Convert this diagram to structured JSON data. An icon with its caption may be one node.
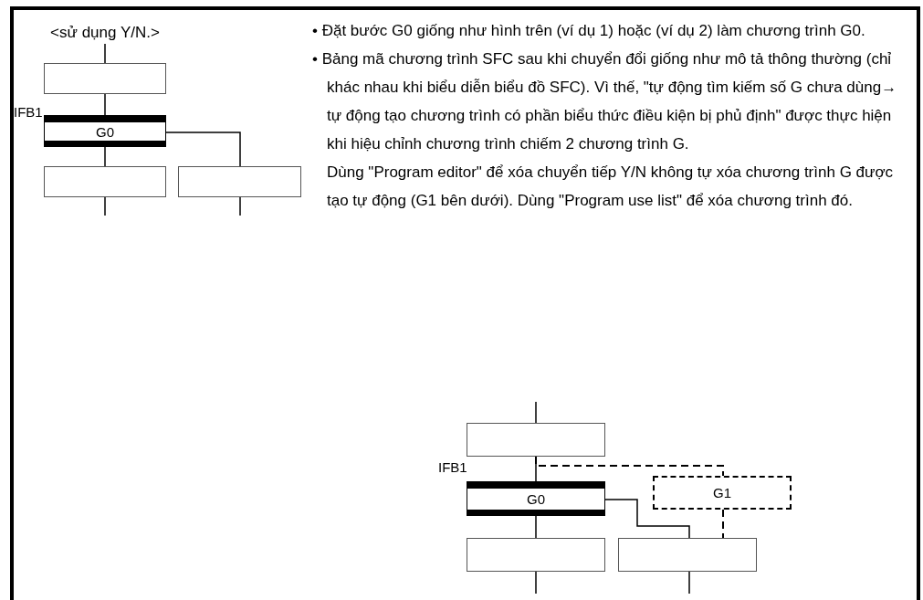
{
  "diagram": {
    "nodes": [
      {
        "text": [
          "<sử dụng Y/N.>"
        ]
      },
      {
        "text": [],
        "shape": "box"
      },
      {
        "text": [
          "G0"
        ],
        "beside": [
          "IFB1"
        ]
      },
      {
        "text": [],
        "shape": "box"
      },
      {
        "text": [],
        "shape": "box"
      },
      {
        "text": [],
        "shape": "box"
      },
      {
        "text": [
          "G0"
        ],
        "beside": [
          "IFB1"
        ]
      },
      {
        "text": [
          "G1"
        ]
      },
      {
        "text": [],
        "shape": "box"
      },
      {
        "text": [],
        "shape": "box"
      }
    ],
    "edges": [
      {
        "from": 0,
        "to": 1,
        "arrow": "none"
      },
      {
        "from": 1,
        "to": 2,
        "arrow": "none"
      },
      {
        "from": 2,
        "to": 3,
        "arrow": "none"
      },
      {
        "from": 2,
        "to": 4,
        "arrow": "none"
      },
      {
        "from": 3,
        "to": null,
        "arrow": "none"
      },
      {
        "from": 4,
        "to": null,
        "arrow": "none"
      },
      {
        "from": null,
        "to": 5,
        "arrow": "none"
      },
      {
        "from": 5,
        "to": 6,
        "arrow": "none"
      },
      {
        "from": 5,
        "to": 7,
        "arrow": "none",
        "style": "dashed"
      },
      {
        "from": 6,
        "to": 8,
        "arrow": "none"
      },
      {
        "from": 6,
        "to": 9,
        "arrow": "none"
      },
      {
        "from": 7,
        "to": 9,
        "arrow": "none",
        "style": "dashed"
      },
      {
        "from": 8,
        "to": null,
        "arrow": "none"
      },
      {
        "from": 9,
        "to": null,
        "arrow": "none"
      }
    ],
    "labels": [
      "• Đặt bước G0 giống như hình trên (ví dụ 1) hoặc (ví dụ 2) làm chương trình G0.",
      "• Bảng mã chương trình SFC sau khi chuyển đổi giống như mô tả thông thường (chỉ khác nhau khi biểu diễn biểu đồ SFC). Vì thế, \"tự động tìm kiếm số G chưa dùng→ tự động tạo chương trình có phần biểu thức điều kiện bị phủ định\" được thực hiện khi hiệu chỉnh chương trình chiếm 2 chương trình G.",
      "Dùng \"Program editor\" để xóa chuyển tiếp Y/N không tự xóa chương trình G được tạo tự động (G1 bên dưới). Dùng \"Program use list\" để xóa chương trình đó."
    ]
  }
}
